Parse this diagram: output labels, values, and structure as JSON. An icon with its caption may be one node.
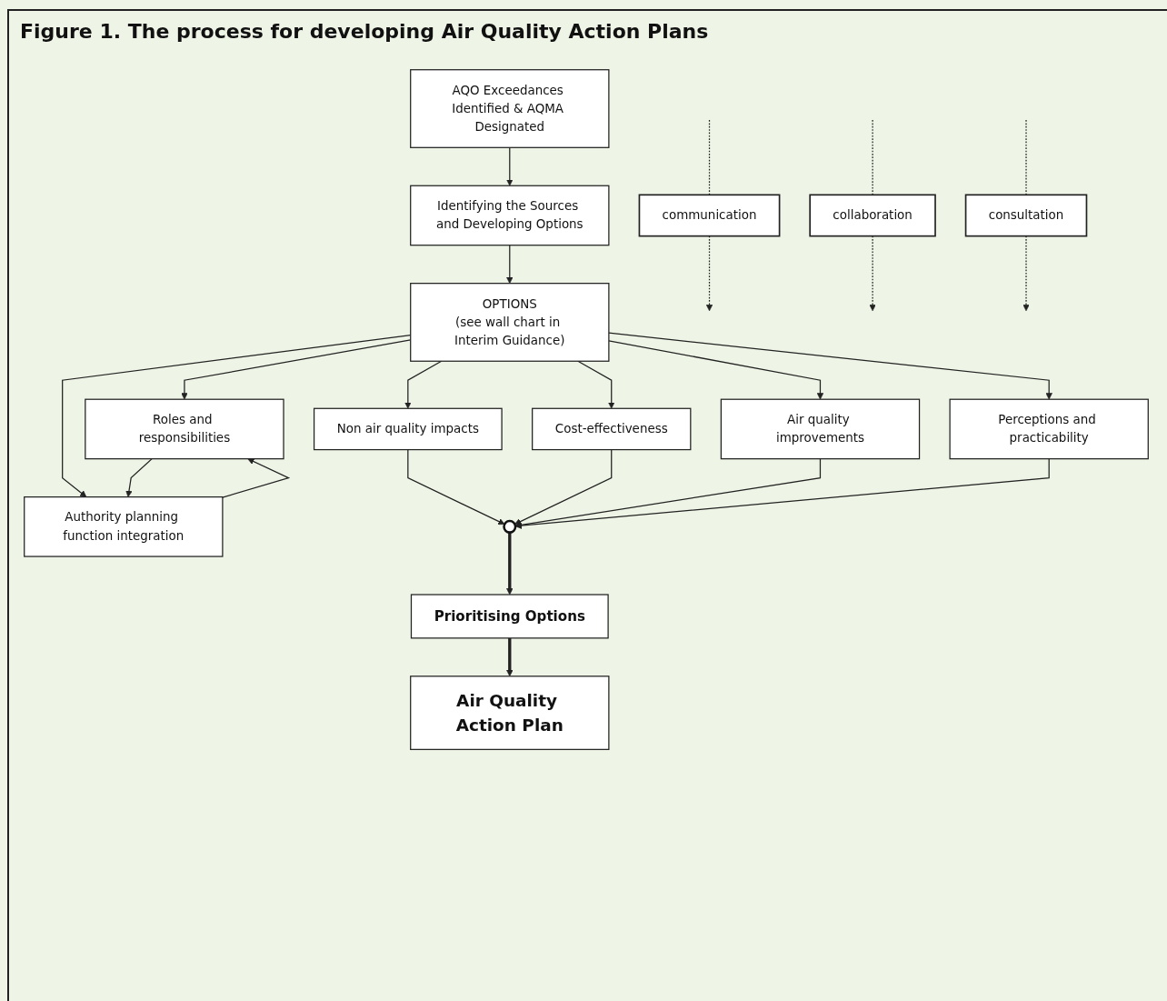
{
  "diagram": {
    "title": "Figure 1. The process for developing Air Quality Action Plans",
    "nodes": [
      {
        "text": [
          "AQO Exceedances Identified & AQMA Designated"
        ]
      },
      {
        "text": [
          "Identifying the Sources and Developing Options"
        ]
      },
      {
        "text": [
          "OPTIONS",
          "(see wall chart in Interim Guidance)"
        ]
      },
      {
        "text": [
          "Roles and responsibilities"
        ]
      },
      {
        "text": [
          "Authority planning function integration"
        ]
      },
      {
        "text": [
          "Non air quality impacts"
        ]
      },
      {
        "text": [
          "Cost-effectiveness"
        ]
      },
      {
        "text": [
          "Air quality improvements"
        ]
      },
      {
        "text": [
          "Perceptions and practicability"
        ]
      },
      {
        "text": [],
        "shape": "circle"
      },
      {
        "text": [
          "Prioritising Options"
        ]
      },
      {
        "text": [
          "Air Quality Action Plan"
        ]
      },
      {
        "text": [
          "communication"
        ]
      },
      {
        "text": [
          "collaboration"
        ]
      },
      {
        "text": [
          "consultation"
        ]
      }
    ],
    "edges": [
      {
        "from": 0,
        "to": 1,
        "arrow": "to"
      },
      {
        "from": 1,
        "to": 2,
        "arrow": "to"
      },
      {
        "from": 2,
        "to": 3,
        "arrow": "to"
      },
      {
        "from": 2,
        "to": 4,
        "arrow": "to"
      },
      {
        "from": 2,
        "to": 8,
        "arrow": "to"
      },
      {
        "from": 2,
        "to": 5,
        "arrow": "to"
      },
      {
        "from": 2,
        "to": 6,
        "arrow": "to"
      },
      {
        "from": 2,
        "to": 7,
        "arrow": "to"
      },
      {
        "from": 3,
        "to": 4,
        "arrow": "to"
      },
      {
        "from": 4,
        "to": 3,
        "arrow": "to"
      },
      {
        "from": 5,
        "to": 9,
        "arrow": "to"
      },
      {
        "from": 6,
        "to": 9,
        "arrow": "to"
      },
      {
        "from": 7,
        "to": 9,
        "arrow": "to"
      },
      {
        "from": 8,
        "to": 9,
        "arrow": "to"
      },
      {
        "from": 9,
        "to": 10,
        "arrow": "to",
        "style": "thick"
      },
      {
        "from": 10,
        "to": 11,
        "arrow": "to",
        "style": "thick"
      },
      {
        "from": null,
        "to": 12,
        "arrow": "none",
        "style": "dashed"
      },
      {
        "from": 12,
        "to": null,
        "arrow": "to",
        "style": "dashed"
      },
      {
        "from": null,
        "to": 13,
        "arrow": "none",
        "style": "dashed"
      },
      {
        "from": 13,
        "to": null,
        "arrow": "to",
        "style": "dashed"
      },
      {
        "from": null,
        "to": 14,
        "arrow": "none",
        "style": "dashed"
      },
      {
        "from": 14,
        "to": null,
        "arrow": "to",
        "style": "dashed"
      }
    ]
  }
}
